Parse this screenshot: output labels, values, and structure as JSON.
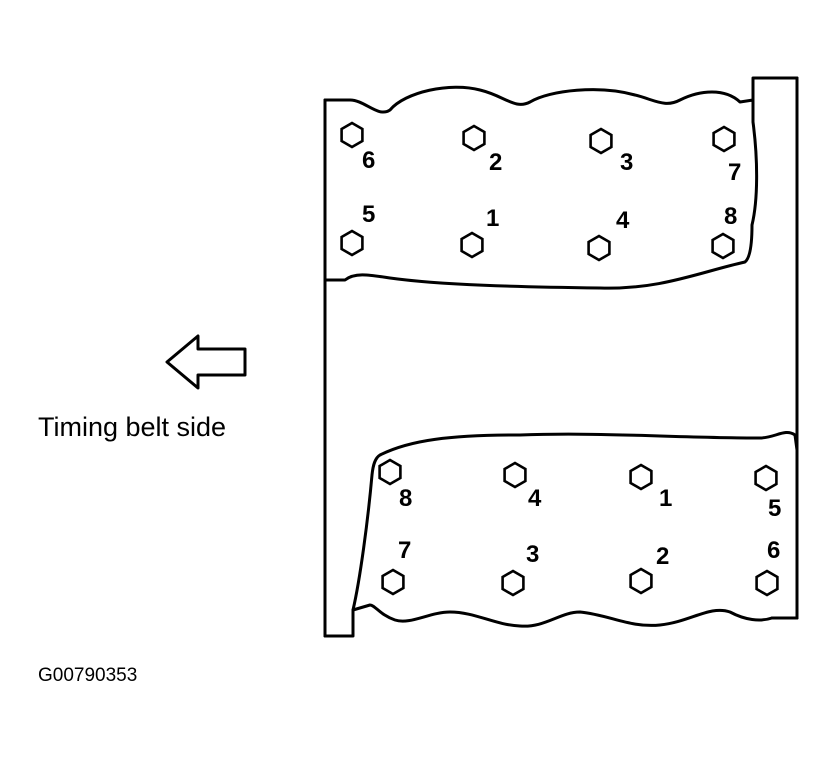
{
  "direction_label": "Timing belt side",
  "figure_code": "G00790353",
  "upper_head_sequence": [
    "6",
    "2",
    "3",
    "7",
    "5",
    "1",
    "4",
    "8"
  ],
  "lower_head_sequence": [
    "8",
    "4",
    "1",
    "5",
    "7",
    "3",
    "2",
    "6"
  ],
  "colors": {
    "line": "#000000",
    "background": "#ffffff"
  },
  "icons": [
    "left-arrow-icon",
    "hex-bolt-icon"
  ]
}
